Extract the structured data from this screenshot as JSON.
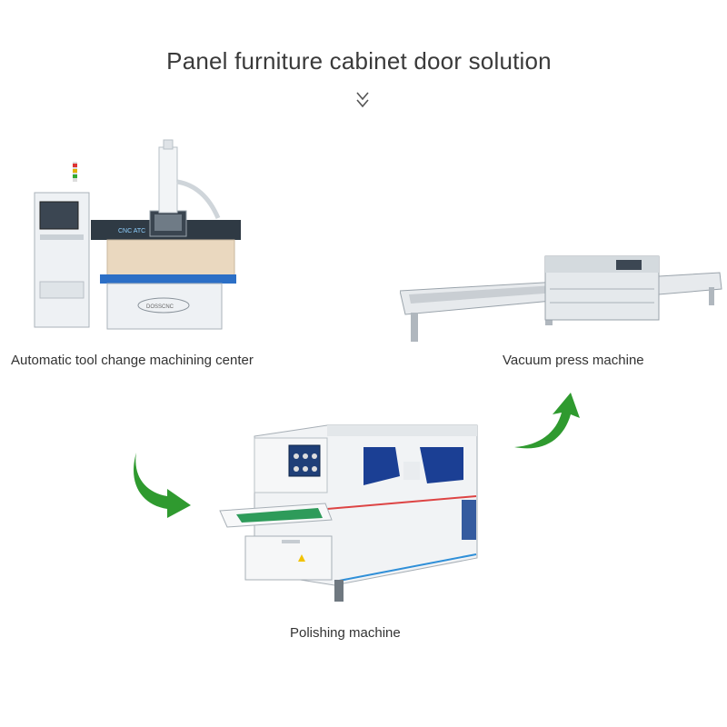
{
  "header": {
    "title": "Panel furniture cabinet door solution",
    "icon": "double-chevron-down-icon"
  },
  "machines": [
    {
      "label": "Automatic tool change machining center",
      "icon": "cnc-machining-center-image"
    },
    {
      "label": "Vacuum press machine",
      "icon": "vacuum-press-machine-image"
    },
    {
      "label": "Polishing machine",
      "icon": "polishing-machine-image"
    }
  ],
  "arrows": {
    "color": "#2f9a2f",
    "icons": [
      "curved-arrow-down-right-icon",
      "curved-arrow-up-right-icon"
    ]
  }
}
